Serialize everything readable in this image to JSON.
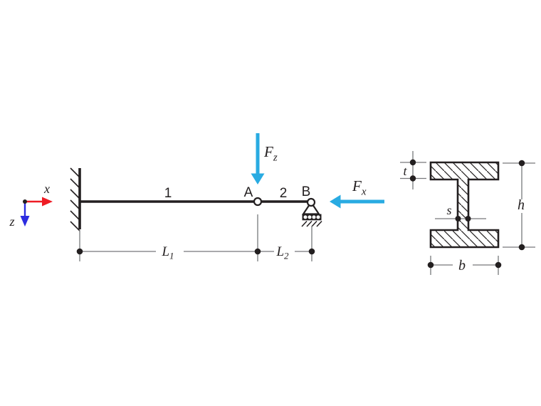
{
  "figure": {
    "description": "Statics beam diagram with fixed wall support, hinge A, roller support B, forces and I-beam cross-section"
  },
  "colors": {
    "force": "#29abe2",
    "axis_x": "#ee1c25",
    "axis_z": "#2c2ce0",
    "ink": "#231f20",
    "dim": "#77787b"
  },
  "axes": {
    "x": "x",
    "z": "z"
  },
  "beam": {
    "segment_1": "1",
    "segment_2": "2",
    "point_a": "A",
    "point_b": "B"
  },
  "forces": {
    "fz": {
      "symbol": "F",
      "sub": "z"
    },
    "fx": {
      "symbol": "F",
      "sub": "x"
    }
  },
  "lengths": {
    "l1": {
      "symbol": "L",
      "sub": "1"
    },
    "l2": {
      "symbol": "L",
      "sub": "2"
    }
  },
  "section": {
    "flange_thickness": "t",
    "web_thickness": "s",
    "height": "h",
    "width": "b"
  }
}
